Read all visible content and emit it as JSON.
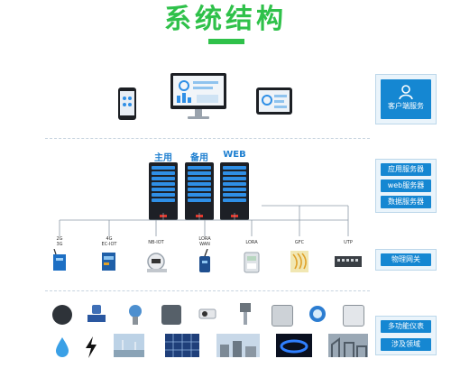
{
  "title": "系统结构",
  "client_panel": {
    "label": "客户端服务"
  },
  "server_panel": {
    "items": [
      "应用服务器",
      "web服务器",
      "数据服务器"
    ]
  },
  "gateway_panel": {
    "label": "物理网关"
  },
  "field_panel": {
    "items": [
      "多功能仪表",
      "涉及领域"
    ]
  },
  "servers": [
    "主用",
    "备用",
    "WEB"
  ],
  "gateways": [
    {
      "top": "2G",
      "bottom": "3G"
    },
    {
      "top": "4G",
      "bottom": "EC-IOT"
    },
    {
      "top": "NB-IOT",
      "bottom": ""
    },
    {
      "top": "LORA",
      "bottom": "WAN"
    },
    {
      "top": "LORA",
      "bottom": ""
    },
    {
      "top": "GFC",
      "bottom": ""
    },
    {
      "top": "UTP",
      "bottom": ""
    }
  ],
  "colors": {
    "accent_green": "#2fc14a",
    "brand_blue": "#1587d2",
    "server_blue": "#2f8fe6"
  }
}
